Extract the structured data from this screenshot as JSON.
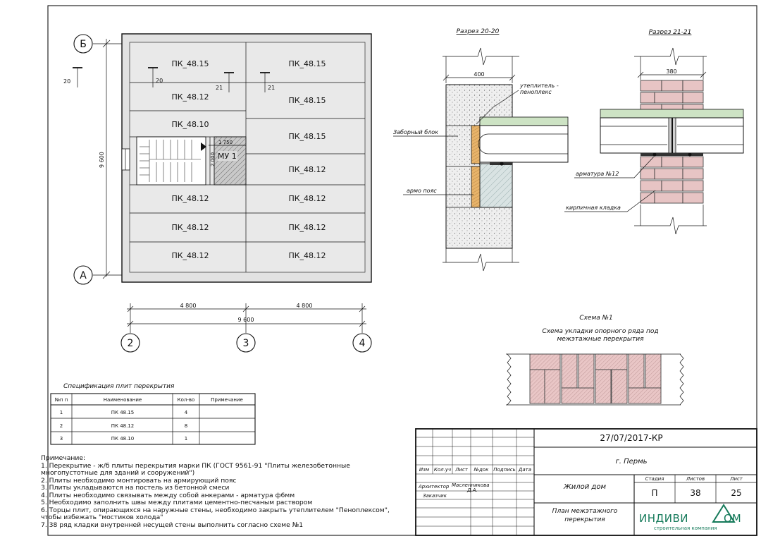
{
  "plan": {
    "axes": {
      "top_left": "Б",
      "bottom_left": "А",
      "bottom": [
        "2",
        "3",
        "4"
      ]
    },
    "dims": {
      "left_total": "9 600",
      "bottom_a": "4 800",
      "bottom_b": "4 800",
      "bottom_total": "9 600",
      "stair_w": "1 750",
      "stair_h": "2 000"
    },
    "section_marks": {
      "m20a": "20",
      "m20b": "20",
      "m21a": "21",
      "m21b": "21"
    },
    "slabs_left": [
      "ПК_48.15",
      "ПК_48.12",
      "ПК_48.10",
      "ПК_48.12",
      "ПК_48.12",
      "ПК_48.12"
    ],
    "slabs_right": [
      "ПК_48.15",
      "ПК_48.15",
      "ПК_48.15",
      "ПК_48.12",
      "ПК_48.12",
      "ПК_48.12",
      "ПК_48.12"
    ],
    "mu_label": "МУ 1"
  },
  "section20": {
    "title": "Разрез 20-20",
    "dim": "400",
    "labels": {
      "insulation_1": "утеплитель -",
      "insulation_2": "пеноплекс",
      "block": "Заборный блок",
      "belt": "армо пояс"
    }
  },
  "section21": {
    "title": "Разрез 21-21",
    "dim": "380",
    "labels": {
      "rebar": "арматура №12",
      "masonry": "кирпичная кладка"
    }
  },
  "scheme": {
    "title": "Схема №1",
    "subtitle_1": "Схема укладки опорного ряда под",
    "subtitle_2": "межэтажные перекрытия"
  },
  "spec": {
    "title": "Спецификация плит перекрытия",
    "headers": [
      "№п п",
      "Наименование",
      "Кол-во",
      "Примечание"
    ],
    "rows": [
      {
        "n": "1",
        "name": "ПК 48.15",
        "qty": "4",
        "note": ""
      },
      {
        "n": "2",
        "name": "ПК 48.12",
        "qty": "8",
        "note": ""
      },
      {
        "n": "3",
        "name": "ПК 48.10",
        "qty": "1",
        "note": ""
      }
    ]
  },
  "notes": {
    "heading": "Примечание:",
    "lines": [
      "1. Перекрытие - ж/б плиты перекрытия марки ПК (ГОСТ 9561-91 \"Плиты железобетонные",
      "многопустотные для зданий и сооружений\")",
      "2. Плиты необходимо монтировать на армирующий пояс",
      "3. Плиты укладываются на постель из бетонной смеси",
      "4. Плиты необходимо связывать между собой анкерами - арматура ф6мм",
      "5. Необходимо заполнить швы между плитами цементно-песчаным раствором",
      "6. Торцы плит, опирающихся на наружные стены, необходимо закрыть утеплителем \"Пеноплексом\",",
      "чтобы избежать \"мостиков холода\"",
      "7. 38 ряд кладки внутренней несущей стены выполнить согласно схеме №1"
    ]
  },
  "titleblock": {
    "code": "27/07/2017-КР",
    "city": "г. Пермь",
    "object": "Жилой дом",
    "sheet_name_1": "План межэтажного",
    "sheet_name_2": "перекрытия",
    "small_headers": [
      "Изм",
      "Кол.уч",
      "Лист",
      "№док",
      "Подпись",
      "Дата"
    ],
    "role1": "Архитектор",
    "person1_1": "Масленникова",
    "person1_2": "Д.А.",
    "role2": "Заказчик",
    "stage_h": "Стадия",
    "sheet_h": "Листов",
    "list_h": "Лист",
    "stage": "П",
    "sheets": "38",
    "list": "25",
    "logo_1": "ИНДИВИ",
    "logo_2": "ОМ",
    "logo_sub": "строительная компания"
  }
}
